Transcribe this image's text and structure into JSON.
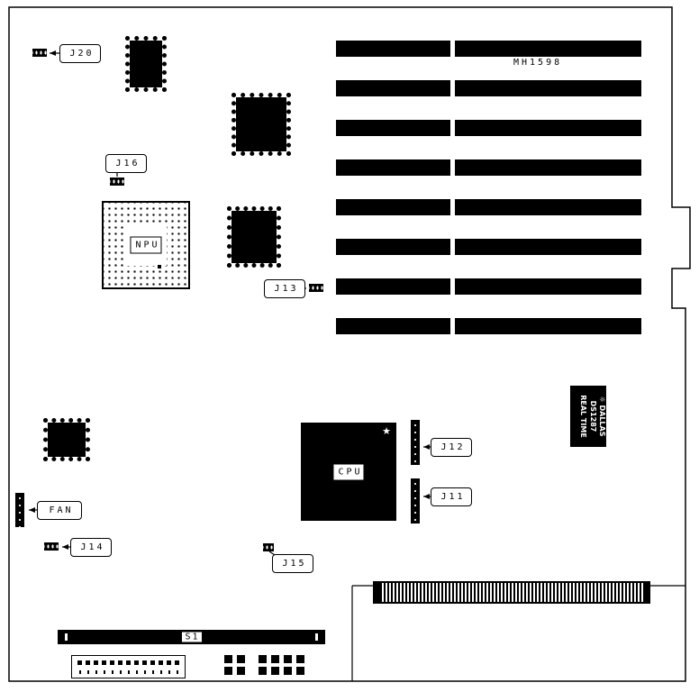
{
  "diagram": {
    "board_code": "MH1598",
    "labels": {
      "j20": "J20",
      "j16": "J16",
      "j13": "J13",
      "j12": "J12",
      "j11": "J11",
      "j14": "J14",
      "j15": "J15",
      "fan": "FAN",
      "s1": "S1"
    },
    "chips": {
      "npu": "NPU",
      "cpu": "CPU",
      "cpu_corner_marker": "★",
      "dallas_logo": "☼",
      "dallas_line1": "DALLAS",
      "dallas_line2": "DS1287",
      "dallas_line3": "REAL TIME"
    },
    "slots": {
      "count": 8
    },
    "dip_switch": {
      "positions": 13
    },
    "jumper_blocks": [
      {
        "cols": 2,
        "rows": 2
      },
      {
        "cols": 4,
        "rows": 2
      }
    ],
    "colors": {
      "ink": "#000000",
      "background": "#ffffff"
    }
  }
}
